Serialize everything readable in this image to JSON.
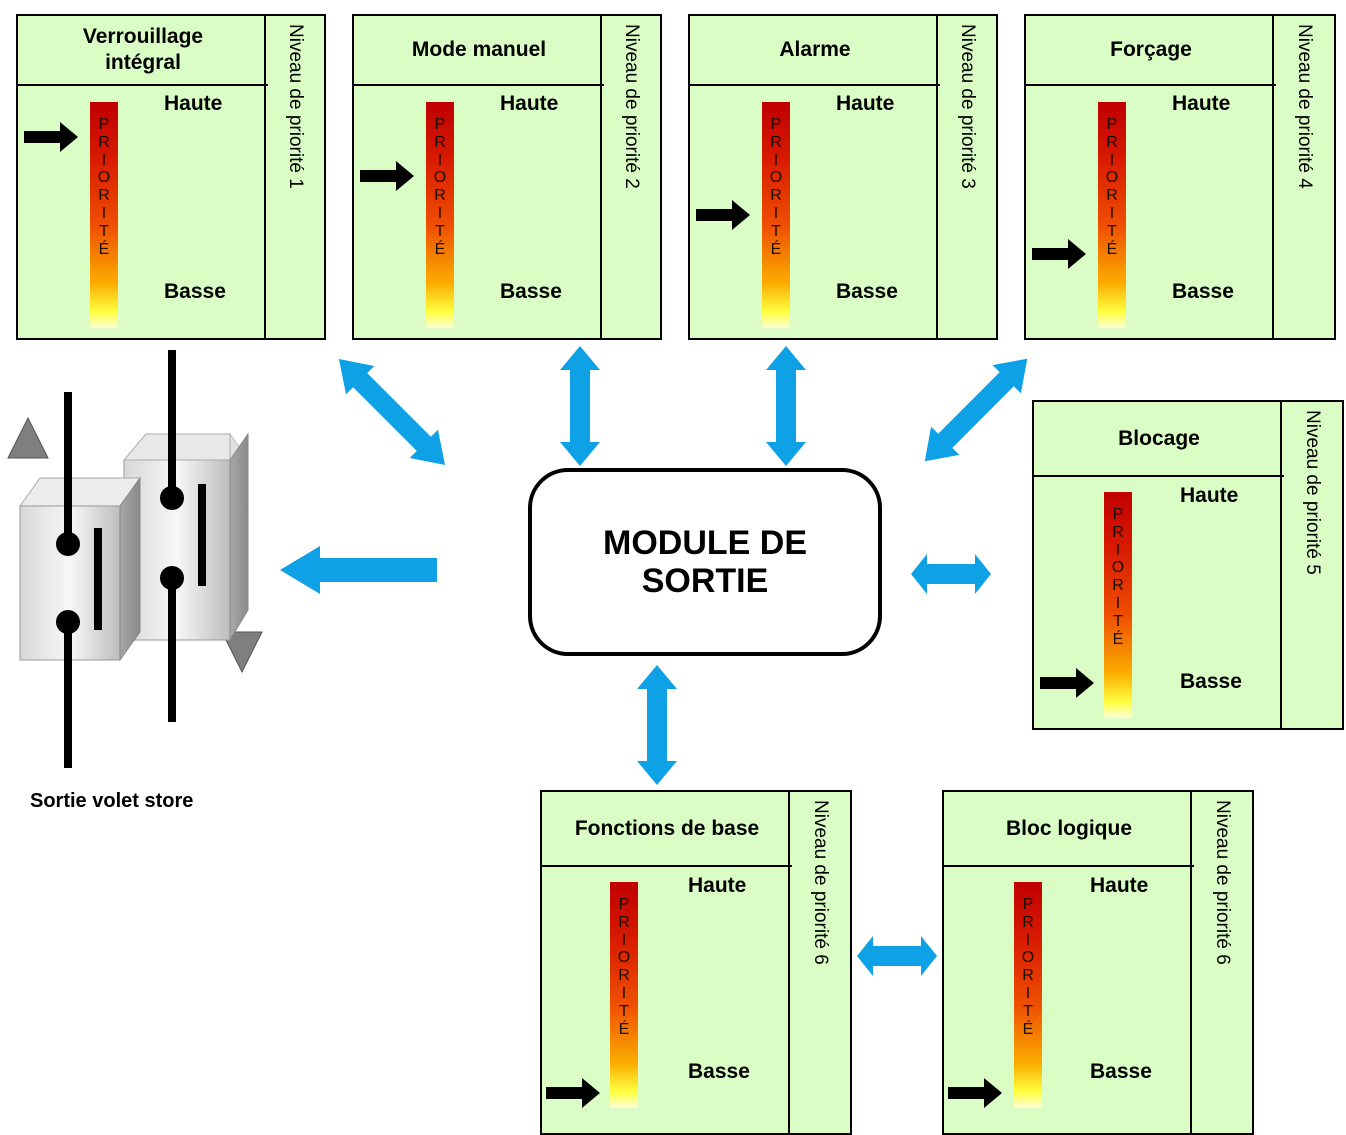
{
  "module": {
    "line1": "MODULE DE",
    "line2": "SORTIE"
  },
  "output_caption": "Sortie volet store",
  "colors": {
    "box_fill": "#d9fdc4",
    "arrow_blue": "#0ea1e6",
    "bar_top": "#c00000",
    "bar_bottom": "#ffff40"
  },
  "icons": {
    "up": "triangle-up-icon",
    "down": "triangle-down-icon",
    "pointer": "arrow-right-icon"
  },
  "priority_bar_letters": [
    "P",
    "R",
    "I",
    "O",
    "R",
    "I",
    "T",
    "É"
  ],
  "boxes": [
    {
      "title_line1": "Verrouillage",
      "title_line2": "intégral",
      "level_label": "Niveau de priorité 1",
      "high_label": "Haute",
      "low_label": "Basse",
      "pointer_level": 0.1
    },
    {
      "title_line1": "Mode manuel",
      "title_line2": "",
      "level_label": "Niveau de priorité 2",
      "high_label": "Haute",
      "low_label": "Basse",
      "pointer_level": 0.3
    },
    {
      "title_line1": "Alarme",
      "title_line2": "",
      "level_label": "Niveau de priorité 3",
      "high_label": "Haute",
      "low_label": "Basse",
      "pointer_level": 0.5
    },
    {
      "title_line1": "Forçage",
      "title_line2": "",
      "level_label": "Niveau de priorité 4",
      "high_label": "Haute",
      "low_label": "Basse",
      "pointer_level": 0.7
    },
    {
      "title_line1": "Blocage",
      "title_line2": "",
      "level_label": "Niveau de priorité 5",
      "high_label": "Haute",
      "low_label": "Basse",
      "pointer_level": 0.9
    },
    {
      "title_line1": "Fonctions de base",
      "title_line2": "",
      "level_label": "Niveau de priorité 6",
      "high_label": "Haute",
      "low_label": "Basse",
      "pointer_level": 1.0
    },
    {
      "title_line1": "Bloc logique",
      "title_line2": "",
      "level_label": "Niveau de priorité 6",
      "high_label": "Haute",
      "low_label": "Basse",
      "pointer_level": 1.0
    }
  ]
}
